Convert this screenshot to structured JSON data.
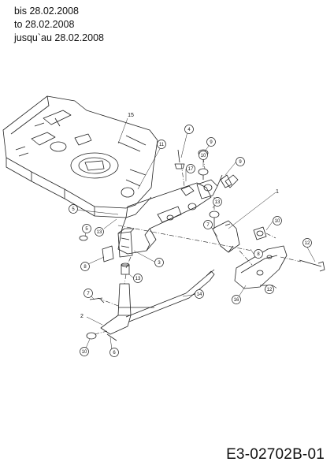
{
  "header": {
    "line_de": "bis 28.02.2008",
    "line_en": "to 28.02.2008",
    "line_fr": "jusqu`au 28.02.2008"
  },
  "diagram_code": "E3-02702B-01",
  "callouts": [
    "15",
    "11",
    "4",
    "9",
    "10",
    "9",
    "17",
    "13",
    "1",
    "5",
    "13",
    "7",
    "10",
    "5",
    "8",
    "3",
    "8",
    "12",
    "13",
    "16",
    "12",
    "7",
    "14",
    "2",
    "10",
    "6"
  ]
}
